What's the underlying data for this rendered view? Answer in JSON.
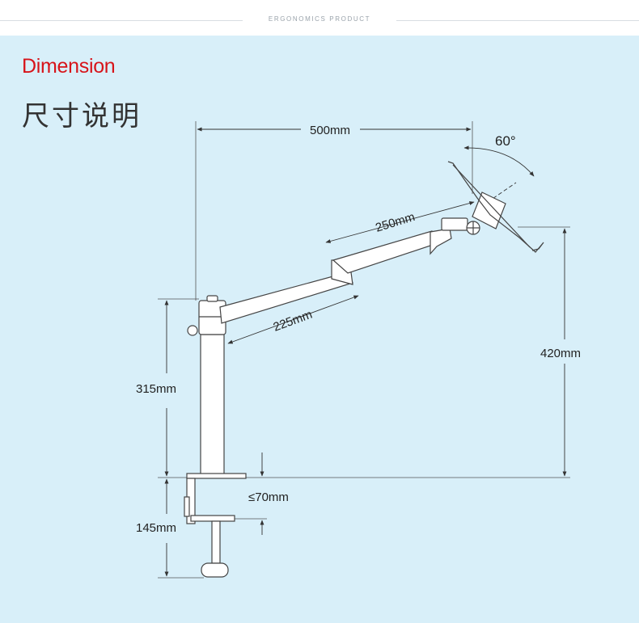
{
  "header": {
    "label": "ERGONOMICS PRODUCT"
  },
  "section": {
    "title_en": "Dimension",
    "title_zh": "尺寸说明"
  },
  "dimensions": {
    "width_total": "500mm",
    "tilt_angle": "60°",
    "forearm": "250mm",
    "upper_arm": "225mm",
    "pole_height": "315mm",
    "total_height": "420mm",
    "clamp_max": "≤70mm",
    "clamp_height": "145mm"
  },
  "colors": {
    "accent_red": "#d7141a",
    "panel_bg": "#d8eff9",
    "line": "#333333"
  }
}
